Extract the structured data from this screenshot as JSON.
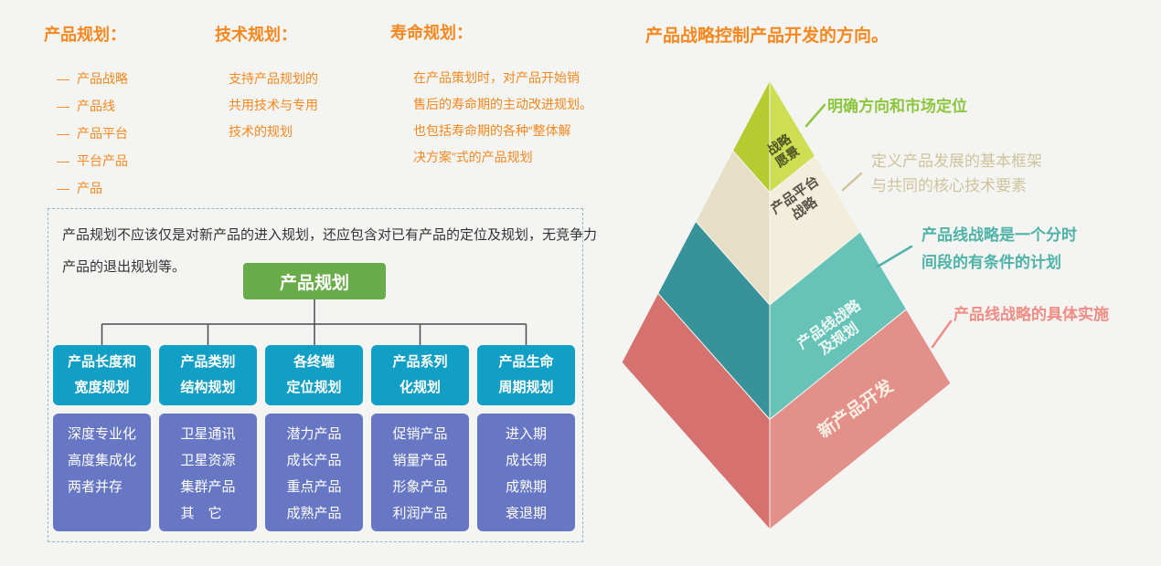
{
  "palette": {
    "background": "#f4f4f2",
    "accent_orange": "#f6881f",
    "note_text": "#333333",
    "dashed_border": "#99b4c7",
    "root_green": "#69ad4b",
    "header_cyan": "#119fc5",
    "item_purple": "#6777c4",
    "connector_gray": "#4d4d4d"
  },
  "bullet": "—",
  "planning_columns": [
    {
      "title": "产品规划：",
      "items": [
        "产品战略",
        "产品线",
        "产品平台",
        "平台产品",
        "产品"
      ]
    },
    {
      "title": "技术规划：",
      "lines": [
        "支持产品规划的",
        "共用技术与专用",
        "技术的规划"
      ]
    },
    {
      "title": "寿命规划：",
      "lines": [
        "在产品策划时，对产品开始销",
        "售后的寿命期的主动改进规划。",
        "也包括寿命期的各种“整体解",
        "决方案”式的产品规划"
      ]
    }
  ],
  "org_chart": {
    "note_lines": [
      "产品规划不应该仅是对新产品的进入规划，还应包含对已有产品的定位及规划，无竞争力",
      "产品的退出规划等。"
    ],
    "root_label": "产品规划",
    "columns": [
      {
        "header_lines": [
          "产品长度和",
          "宽度规划"
        ],
        "items": [
          "深度专业化",
          "高度集成化",
          "两者并存"
        ]
      },
      {
        "header_lines": [
          "产品类别",
          "结构规划"
        ],
        "items": [
          "卫星通讯",
          "卫星资源",
          "集群产品",
          "其　它"
        ]
      },
      {
        "header_lines": [
          "各终端",
          "定位规划"
        ],
        "items": [
          "潜力产品",
          "成长产品",
          "重点产品",
          "成熟产品"
        ]
      },
      {
        "header_lines": [
          "产品系列",
          "化规划"
        ],
        "items": [
          "促销产品",
          "销量产品",
          "形象产品",
          "利润产品"
        ]
      },
      {
        "header_lines": [
          "产品生命",
          "周期规划"
        ],
        "items": [
          "进入期",
          "成长期",
          "成熟期",
          "衰退期"
        ]
      }
    ]
  },
  "pyramid": {
    "title": "产品战略控制产品开发的方向。",
    "levels": [
      {
        "label_line1": "战略",
        "label_line2": "愿景",
        "left_color": "#b5cb2f",
        "right_color": "#cede52",
        "text_color": "#4e5426"
      },
      {
        "label_line1": "产品平台",
        "label_line2": "战略",
        "left_color": "#e7dfc5",
        "right_color": "#f3eedc",
        "text_color": "#5a554a"
      },
      {
        "label_line1": "产品线战略",
        "label_line2": "及规划",
        "left_color": "#38929a",
        "right_color": "#67c3b8",
        "text_color": "#eef9f5"
      },
      {
        "label_line1": "新产品开发",
        "label_line2": "",
        "left_color": "#d5716e",
        "right_color": "#e3908a",
        "text_color": "#fcefe2"
      }
    ],
    "annotations": [
      {
        "line1": "明确方向和市场定位",
        "line2": "",
        "color": "#8cc63f"
      },
      {
        "line1": "定义产品发展的基本框架",
        "line2": "与共同的核心技术要素",
        "color": "#cec49c"
      },
      {
        "line1": "产品线战略是一个分时",
        "line2": "间段的有条件的计划",
        "color": "#4fb3a7"
      },
      {
        "line1": "产品线战略的具体实施",
        "line2": "",
        "color": "#f08d85"
      }
    ]
  }
}
